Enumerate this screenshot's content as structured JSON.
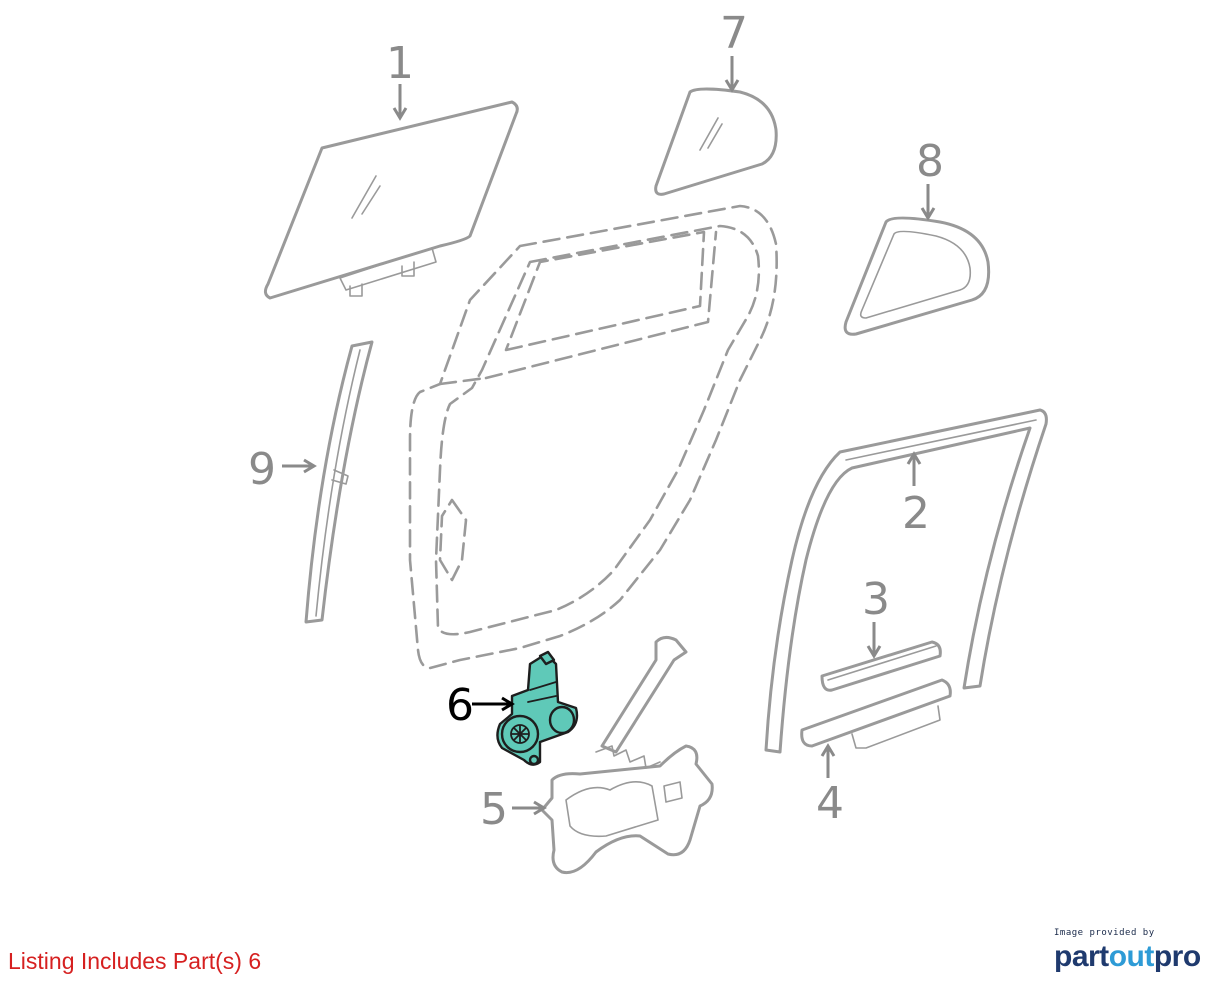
{
  "listing_note": "Listing Includes Part(s) 6",
  "provider": {
    "tagline": "Image provided by",
    "brand_part1": "part",
    "brand_part2": "out",
    "brand_part3": "pro"
  },
  "callouts": {
    "c1": "1",
    "c2": "2",
    "c3": "3",
    "c4": "4",
    "c5": "5",
    "c6": "6",
    "c7": "7",
    "c8": "8",
    "c9": "9"
  },
  "highlighted_part": "6",
  "colors": {
    "highlight": "#5fc9b8",
    "outline": "#9a9a9a",
    "note_text": "#d62020",
    "brand_dark": "#1f3a6e",
    "brand_accent": "#2e9bd6"
  }
}
